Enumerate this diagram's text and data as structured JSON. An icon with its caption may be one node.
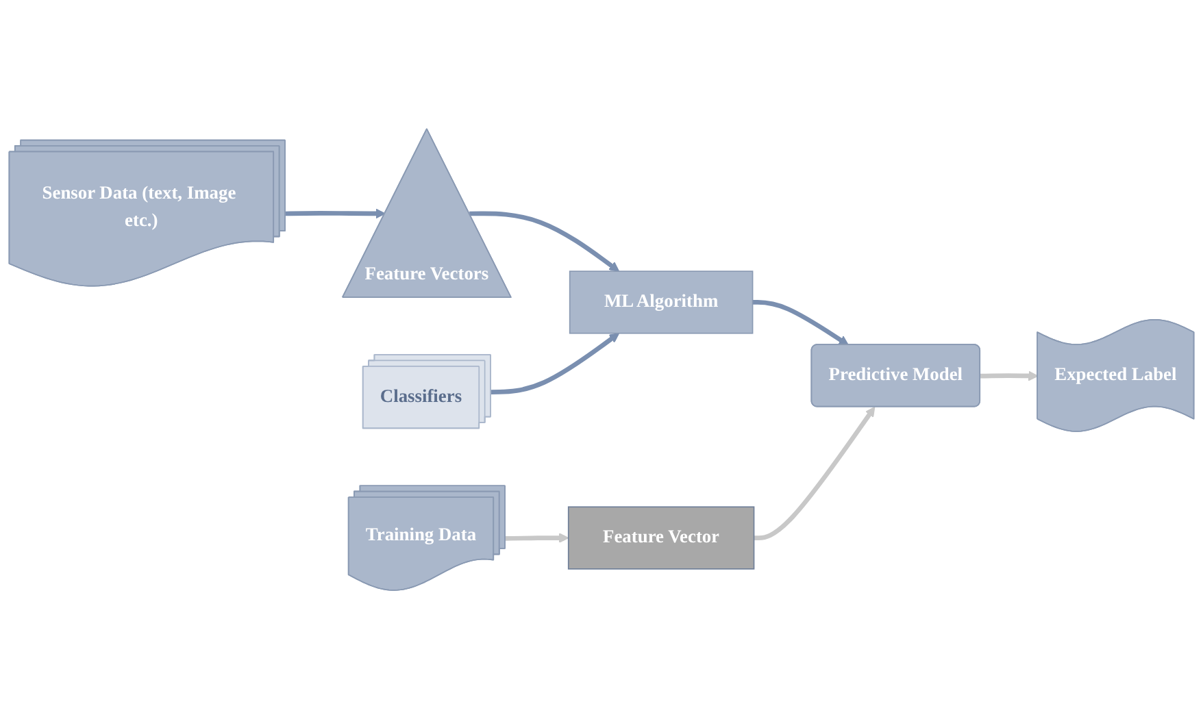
{
  "diagram": {
    "nodes": [
      {
        "text": [
          "Sensor Data (text, Image etc.)"
        ]
      },
      {
        "text": [
          "Feature Vectors"
        ]
      },
      {
        "text": [
          "Classifiers"
        ]
      },
      {
        "text": [
          "ML Algorithm"
        ]
      },
      {
        "text": [
          "Training Data"
        ]
      },
      {
        "text": [
          "Feature Vector"
        ]
      },
      {
        "text": [
          "Predictive Model"
        ]
      },
      {
        "text": [
          "Expected Label"
        ]
      }
    ],
    "edges": [
      {
        "from": 0,
        "to": 1,
        "arrow": "to"
      },
      {
        "from": 1,
        "to": 3,
        "arrow": "to"
      },
      {
        "from": 2,
        "to": 3,
        "arrow": "to"
      },
      {
        "from": 3,
        "to": 6,
        "arrow": "to"
      },
      {
        "from": 4,
        "to": 5,
        "arrow": "to",
        "color": "#c8c8c8"
      },
      {
        "from": 5,
        "to": 6,
        "arrow": "to",
        "color": "#c8c8c8"
      },
      {
        "from": 6,
        "to": 7,
        "arrow": "to",
        "color": "#c8c8c8"
      }
    ]
  }
}
